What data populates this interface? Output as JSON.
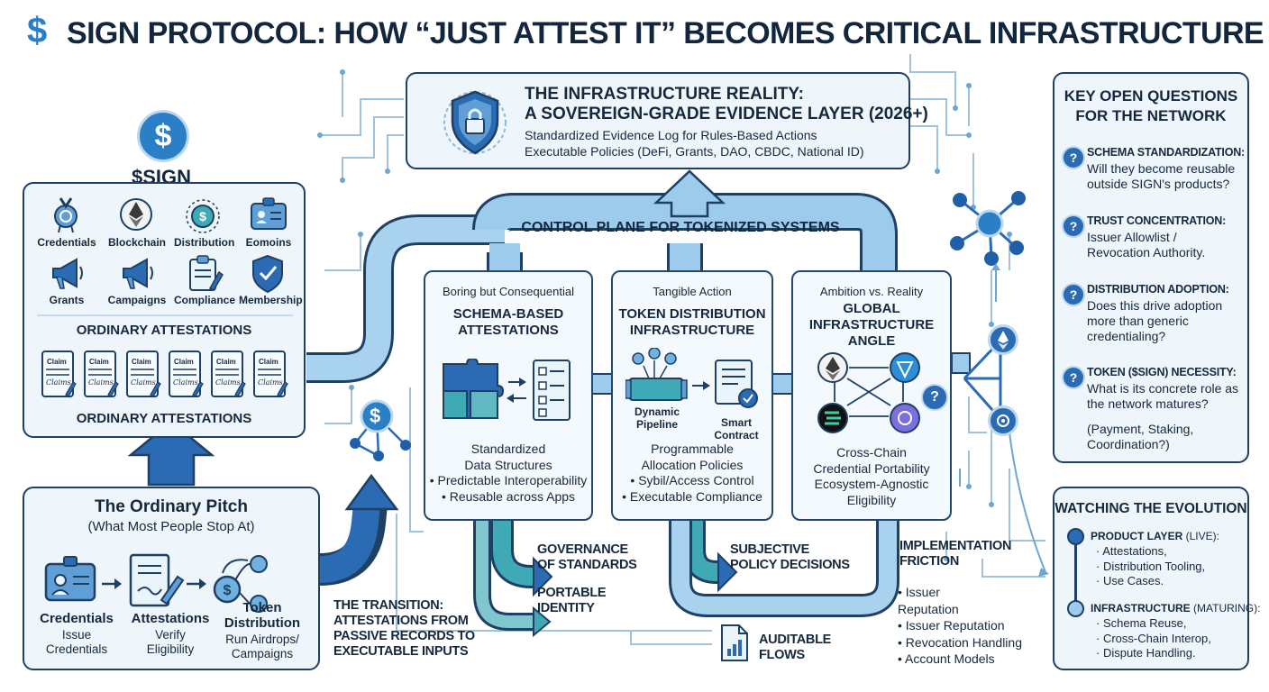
{
  "header": {
    "dollar_glyph": "$",
    "title": "SIGN PROTOCOL: HOW “JUST ATTEST IT” BECOMES CRITICAL INFRASTRUCTURE"
  },
  "sign_panel": {
    "token_glyph": "$",
    "token_label": "$SIGN",
    "icons": [
      {
        "label": "Credentials",
        "icon": "medal-icon"
      },
      {
        "label": "Blockchain",
        "icon": "ethereum-icon"
      },
      {
        "label": "Distribution",
        "icon": "coin-network-icon"
      },
      {
        "label": "Eomoins",
        "icon": "id-card-icon"
      },
      {
        "label": "Grants",
        "icon": "megaphone-icon"
      },
      {
        "label": "Campaigns",
        "icon": "megaphone-icon"
      },
      {
        "label": "Compliance",
        "icon": "clipboard-icon"
      },
      {
        "label": "Membership",
        "icon": "shield-check-icon"
      }
    ],
    "section_title": "ORDINARY ATTESTATIONS",
    "claim_label": "Claim",
    "claim_signature": "Claims",
    "footer_title": "ORDINARY ATTESTATIONS"
  },
  "ordinary_pitch": {
    "title": "The Ordinary Pitch",
    "subtitle": "(What Most People Stop At)",
    "steps": [
      {
        "title": "Credentials",
        "desc": "Issue Credentials"
      },
      {
        "title": "Attestations",
        "desc": "Verify Eligibility"
      },
      {
        "title": "Token Distribution",
        "desc": "Run Airdrops/ Campaigns"
      }
    ]
  },
  "transition": {
    "glyph": "$",
    "text": "THE TRANSITION: ATTESTATIONS FROM PASSIVE RECORDS TO EXECUTABLE INPUTS"
  },
  "infrastructure": {
    "title_line1": "THE INFRASTRUCTURE REALITY:",
    "title_line2": "A SOVEREIGN-GRADE EVIDENCE LAYER (2026+)",
    "line1": "Standardized Evidence Log for Rules-Based Actions",
    "line2": "Executable Policies (DeFi, Grants, DAO, CBDC, National ID)"
  },
  "control_plane": {
    "label": "CONTROL PLANE FOR TOKENIZED SYSTEMS"
  },
  "pillars": [
    {
      "kicker": "Boring but Consequential",
      "title": "SCHEMA-BASED ATTESTATIONS",
      "body": [
        "Standardized",
        "Data Structures",
        "• Predictable Interoperability",
        "• Reusable across Apps"
      ]
    },
    {
      "kicker": "Tangible Action",
      "title": "TOKEN DISTRIBUTION INFRASTRUCTURE",
      "pipeline_label": "Dynamic Pipeline",
      "contract_label": "Smart Contract",
      "body": [
        "Programmable",
        "Allocation Policies",
        "• Sybil/Access Control",
        "• Executable Compliance"
      ]
    },
    {
      "kicker": "Ambition vs. Reality",
      "title": "GLOBAL INFRASTRUCTURE ANGLE",
      "q_glyph": "?",
      "body": [
        "Cross-Chain",
        "Credential Portability",
        "Ecosystem-Agnostic",
        "Eligibility"
      ]
    }
  ],
  "outcomes": {
    "governance": "GOVERNANCE OF STANDARDS",
    "portable": "PORTABLE IDENTITY",
    "subjective": "SUBJECTIVE POLICY DECISIONS",
    "auditable": "AUDITABLE FLOWS"
  },
  "friction": {
    "title": "IMPLEMENTATION FRICTION",
    "items": [
      "• Issuer Reputation",
      "• Issuer Reputation",
      "• Revocation Handling",
      "• Account Models"
    ]
  },
  "open_questions": {
    "title": "KEY OPEN QUESTIONS FOR THE NETWORK",
    "q_glyph": "?",
    "items": [
      {
        "title": "SCHEMA STANDARDIZATION:",
        "body": "Will they become reusable outside SIGN's products?"
      },
      {
        "title": "TRUST CONCENTRATION:",
        "body": "Issuer Allowlist / Revocation Authority."
      },
      {
        "title": "DISTRIBUTION ADOPTION:",
        "body": "Does this drive adoption more than generic credentialing?"
      },
      {
        "title": "TOKEN ($SIGN) NECESSITY:",
        "body": "What is its concrete role as the network matures?"
      }
    ],
    "note": "(Payment, Staking, Coordination?)"
  },
  "evolution": {
    "title": "WATCHING THE EVOLUTION",
    "product_title": "PRODUCT LAYER",
    "product_status": "(LIVE):",
    "product_items": [
      "· Attestations,",
      "· Distribution Tooling,",
      "· Use Cases."
    ],
    "infra_title": "INFRASTRUCTURE",
    "infra_status": "(MATURING):",
    "infra_items": [
      "· Schema Reuse,",
      "· Cross-Chain Interop,",
      "· Dispute Handling."
    ]
  },
  "colors": {
    "navy": "#1f3f63",
    "accent_blue": "#2a6bb3",
    "pipe_blue": "#8ec3e6",
    "teal": "#3fa9b5",
    "panel_bg": "#eef5fb"
  }
}
